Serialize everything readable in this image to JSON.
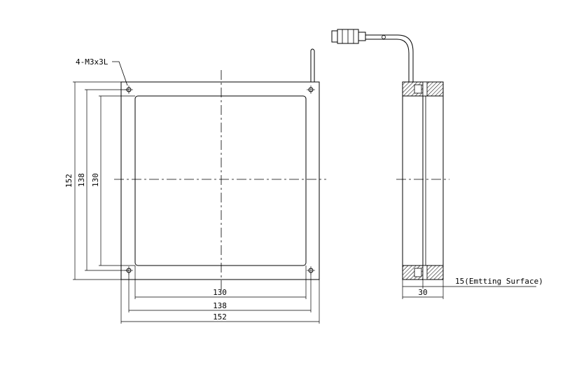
{
  "labels": {
    "hole_callout": "4-M3x3L",
    "width_inner": "130",
    "width_mid": "138",
    "width_outer": "152",
    "height_outer": "152",
    "height_mid": "138",
    "height_inner": "130",
    "side_thickness": "30",
    "emitting_surface": "15(Emtting Surface)"
  }
}
